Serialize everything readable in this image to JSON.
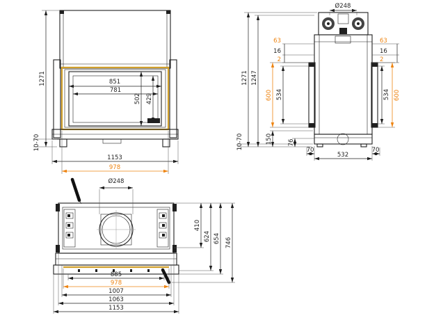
{
  "colors": {
    "line": "#1f1f1f",
    "accent_orange": "#ee8411",
    "frame_gold": "#d1a02c"
  },
  "front": {
    "height_total": "1271",
    "foot_adjust": "10-70",
    "glass_outer_width": "851",
    "glass_inner_width": "781",
    "glass_outer_height": "502",
    "glass_inner_height": "429",
    "overall_width": "1153",
    "frame_width": "978"
  },
  "side": {
    "flue_diameter": "Ø248",
    "height_total": "1271",
    "height_body": "1247",
    "foot_adjust": "10-70",
    "offset_top_left": "63",
    "offset_mid_left": "16",
    "offset_small_left": "2",
    "offset_top_right": "63",
    "offset_mid_right": "16",
    "offset_small_right": "2",
    "rail_outer_left": "600",
    "rail_inner_left": "534",
    "rail_inner_right": "534",
    "rail_outer_right": "600",
    "base_height": "150",
    "base_inset": "76",
    "depth_front_offset": "70",
    "depth_body": "532",
    "depth_back_offset": "70"
  },
  "plan": {
    "flue_diameter": "Ø248",
    "depth_glass": "410",
    "depth_frame": "624",
    "depth_front": "654",
    "depth_overall": "746",
    "width_opening": "885",
    "width_frame": "978",
    "width_inner": "1007",
    "width_body": "1063",
    "width_overall": "1153"
  }
}
